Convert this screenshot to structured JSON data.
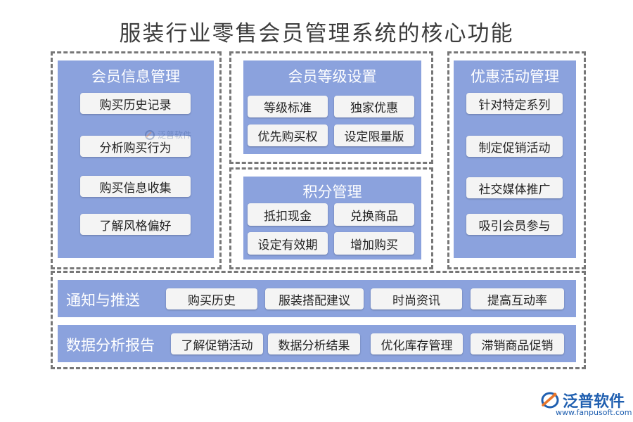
{
  "title": "服装行业零售会员管理系统的核心功能",
  "member_info": {
    "title": "会员信息管理",
    "items": [
      "购买历史记录",
      "分析购买行为",
      "购买信息收集",
      "了解风格偏好"
    ]
  },
  "member_level": {
    "title": "会员等级设置",
    "items": [
      "等级标准",
      "独家优惠",
      "优先购买权",
      "设定限量版"
    ]
  },
  "points": {
    "title": "积分管理",
    "items": [
      "抵扣现金",
      "兑换商品",
      "设定有效期",
      "增加购买"
    ]
  },
  "promotion": {
    "title": "优惠活动管理",
    "items": [
      "针对特定系列",
      "制定促销活动",
      "社交媒体推广",
      "吸引会员参与"
    ]
  },
  "notify": {
    "title": "通知与推送",
    "items": [
      "购买历史",
      "服装搭配建议",
      "时尚资讯",
      "提高互动率"
    ]
  },
  "report": {
    "title": "数据分析报告",
    "items": [
      "了解促销活动",
      "数据分析结果",
      "优化库存管理",
      "滞销商品促销"
    ]
  },
  "watermark_text": "泛普软件",
  "brand": {
    "name": "泛普软件",
    "url": "www.fanpusoft.com",
    "logo_icon": "fanpu-logo-icon"
  },
  "colors": {
    "panel": "#8ba2dd",
    "chip": "#f4f4f4",
    "dash": "#777777",
    "brand": "#1f5fb0",
    "logo_accent": "#e8762b"
  }
}
